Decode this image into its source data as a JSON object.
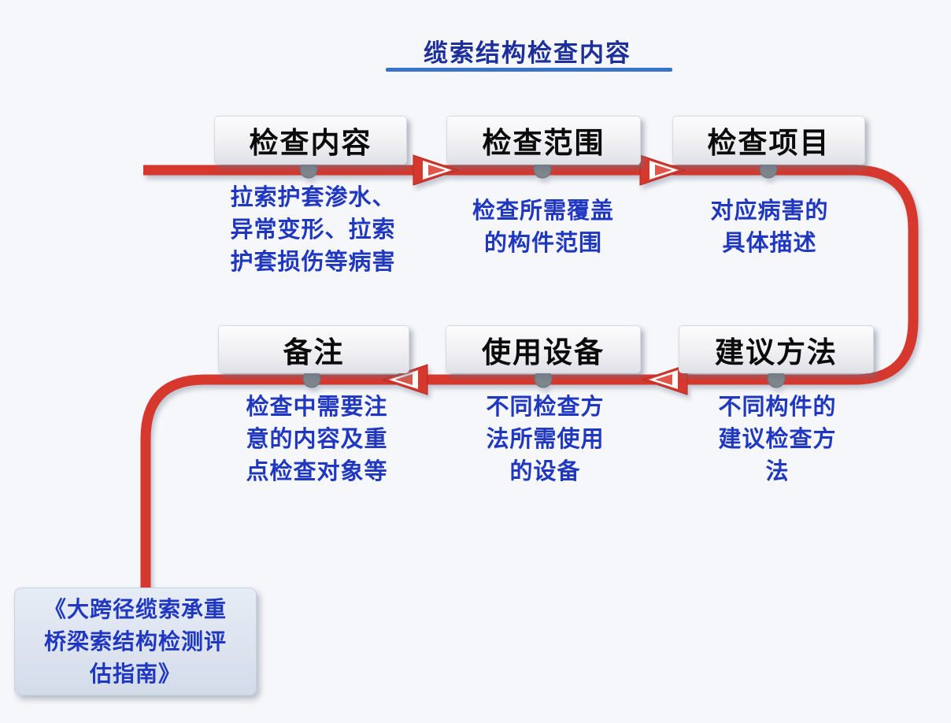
{
  "title": {
    "text": "缆索结构检查内容"
  },
  "colors": {
    "background": "#f6f7fa",
    "flow_line_red": "#d6382e",
    "title_blue": "#1d2f9a",
    "underline_blue": "#3a74c8",
    "description_blue": "#2038c0",
    "box_fill_gray": "#ecedf1",
    "connector_dot_gray": "#7f858c"
  },
  "flow": {
    "top_row": [
      {
        "label": "检查内容",
        "desc": "拉索护套渗水、\n异常变形、拉索\n护套损伤等病害"
      },
      {
        "label": "检查范围",
        "desc": "检查所需覆盖\n的构件范围"
      },
      {
        "label": "检查项目",
        "desc": "对应病害的\n具体描述"
      }
    ],
    "bottom_row": [
      {
        "label": "备注",
        "desc": "检查中需要注\n意的内容及重\n点检查对象等"
      },
      {
        "label": "使用设备",
        "desc": "不同检查方\n法所需使用\n的设备"
      },
      {
        "label": "建议方法",
        "desc": "不同构件的\n建议检查方\n法"
      }
    ],
    "direction_top": "left-to-right",
    "direction_bottom": "right-to-left",
    "source": {
      "text": "《大跨径缆索承重\n桥梁索结构检测评\n估指南》"
    }
  }
}
